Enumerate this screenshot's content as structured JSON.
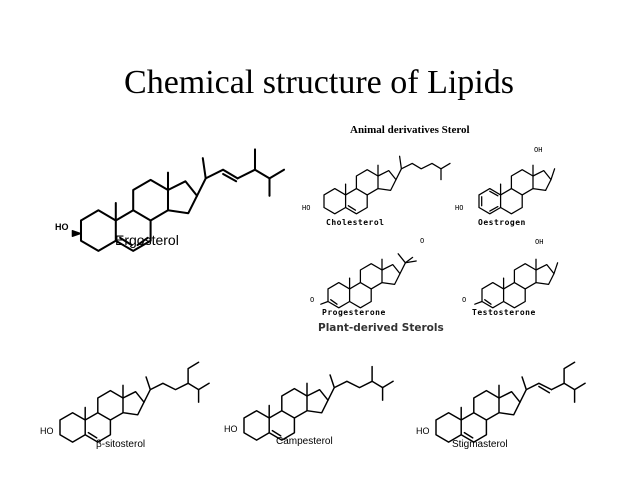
{
  "slide": {
    "title": "Chemical structure of Lipids"
  },
  "ergosterol": {
    "name": "Ergosterol",
    "hydroxyl": "HO"
  },
  "animal": {
    "heading": "Animal derivatives Sterol",
    "compounds": [
      {
        "name": "Cholesterol",
        "group": "HO"
      },
      {
        "name": "Oestrogen",
        "group": "HO",
        "top_group": "OH"
      },
      {
        "name": "Progesterone",
        "group": "O",
        "top_group": "O"
      },
      {
        "name": "Testosterone",
        "group": "O",
        "top_group": "OH"
      }
    ]
  },
  "plant": {
    "heading": "Plant-derived Sterols",
    "compounds": [
      {
        "name": "β-sitosterol",
        "group": "HO"
      },
      {
        "name": "Campesterol",
        "group": "HO"
      },
      {
        "name": "Stigmasterol",
        "group": "HO"
      }
    ]
  }
}
